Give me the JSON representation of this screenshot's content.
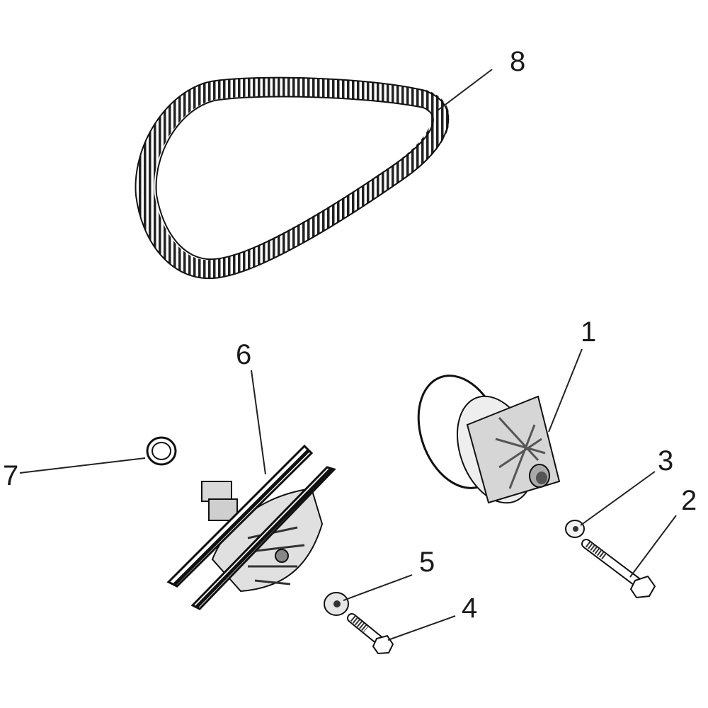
{
  "callouts": [
    {
      "id": "1",
      "label": "1"
    },
    {
      "id": "2",
      "label": "2"
    },
    {
      "id": "3",
      "label": "3"
    },
    {
      "id": "4",
      "label": "4"
    },
    {
      "id": "5",
      "label": "5"
    },
    {
      "id": "6",
      "label": "6"
    },
    {
      "id": "7",
      "label": "7"
    },
    {
      "id": "8",
      "label": "8"
    }
  ],
  "colors": {
    "background": "#ffffff",
    "line": "#111111",
    "part_fill": "#e8e8e8",
    "part_shade": "#9a9a9a"
  }
}
